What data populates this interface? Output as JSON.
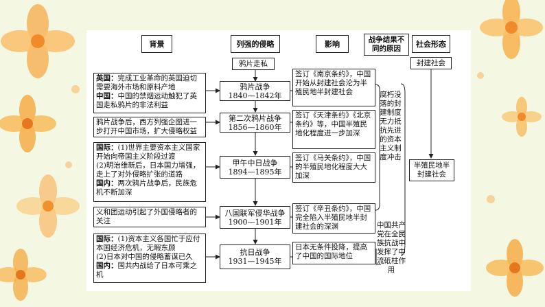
{
  "headers": {
    "background": "背景",
    "aggression": "列强的侵略",
    "influence": "影响",
    "causes": "战争结果不同的原因",
    "society": "社会形态"
  },
  "opium_smuggling": "鸦片走私",
  "feudal_society": "封建社会",
  "semi_colonial": "半殖民地半封建社会",
  "backgrounds": [
    {
      "p1_label": "英国：",
      "p1": "完成工业革命的英国迫切需要海外市场和原料产地",
      "p2_label": "中国：",
      "p2": "中国的禁烟运动触犯了英国走私鸦片的非法利益"
    },
    {
      "text": "鸦片战争后，西方列强企图进一步打开中国市场，扩大侵略权益"
    },
    {
      "p1_label": "国际：",
      "p1": "(1)世界主要资本主义国家开始向帝国主义阶段过渡",
      "p1b": "(2)明治维新后，日本国力增强，走上了对外侵略扩张的道路",
      "p2_label": "国内：",
      "p2": "两次鸦片战争后，民族危机不断加深"
    },
    {
      "text": "义和团运动引起了外国侵略者的关注"
    },
    {
      "p1_label": "国际：",
      "p1": "(1)资本主义各国忙于应付本国经济危机，无暇东顾",
      "p1b": "(2)日本对中国的侵略蓄谋已久",
      "p2_label": "国内：",
      "p2": "国共内战给了日本可乘之机"
    }
  ],
  "wars": [
    {
      "name": "鸦片战争",
      "years": "1840—1842年"
    },
    {
      "name": "第二次鸦片战争",
      "years": "1856—1860年"
    },
    {
      "name": "甲午中日战争",
      "years": "1894—1895年"
    },
    {
      "name": "八国联军侵华战争",
      "years": "1900—1901年"
    },
    {
      "name": "抗日战争",
      "years": "1931—1945年"
    }
  ],
  "influences": [
    "签订《南京条约》，中国开始从封建社会沦为半殖民地半封建社会",
    "签订《天津条约》《北京条约》等，中国半殖民地化程度进一步加深",
    "签订《马关条约》，中国的半殖民地化程度大大加深",
    "签订《辛丑条约》，中国完全陷入半殖民地半封建社会的深渊",
    "日本无条件投降，提高了中国的国际地位"
  ],
  "cause_decay": "腐朽没落的封建制度无力抵抗先进的资本主义制度冲击",
  "cause_cpc": "中国共产党在全民族抗战中发挥了中流砥柱作用"
}
